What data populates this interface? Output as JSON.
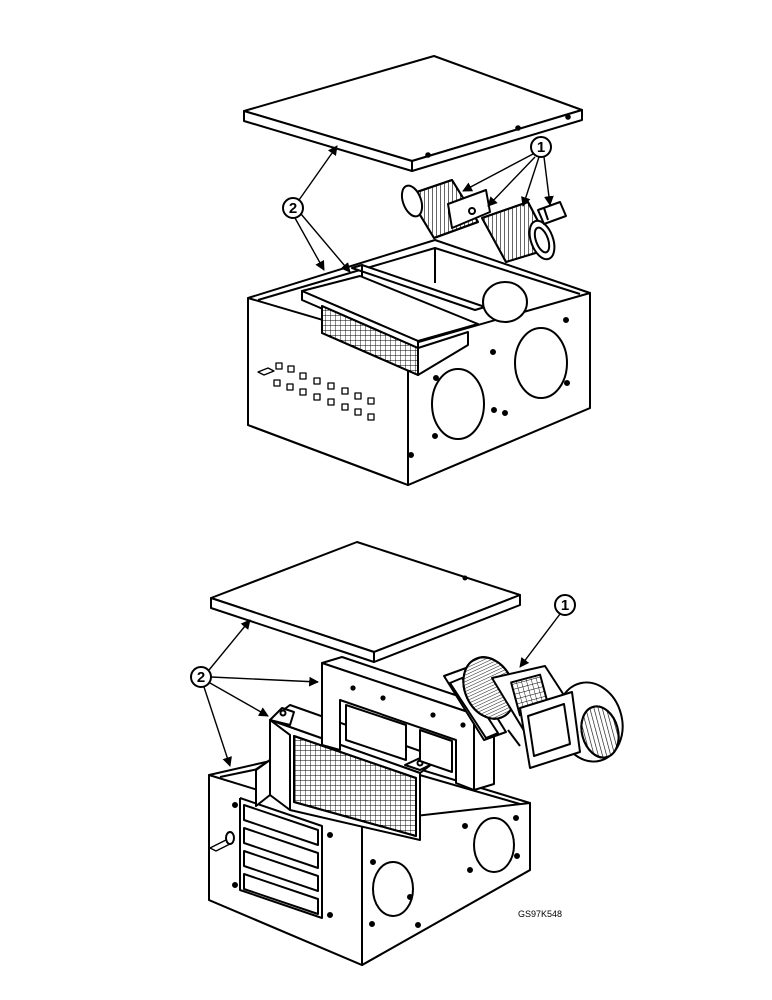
{
  "figures": [
    {
      "name": "top-assembly",
      "callouts": [
        "1",
        "2"
      ]
    },
    {
      "name": "bottom-assembly",
      "callouts": [
        "1",
        "2"
      ]
    }
  ],
  "figure_id": "GS97K548"
}
